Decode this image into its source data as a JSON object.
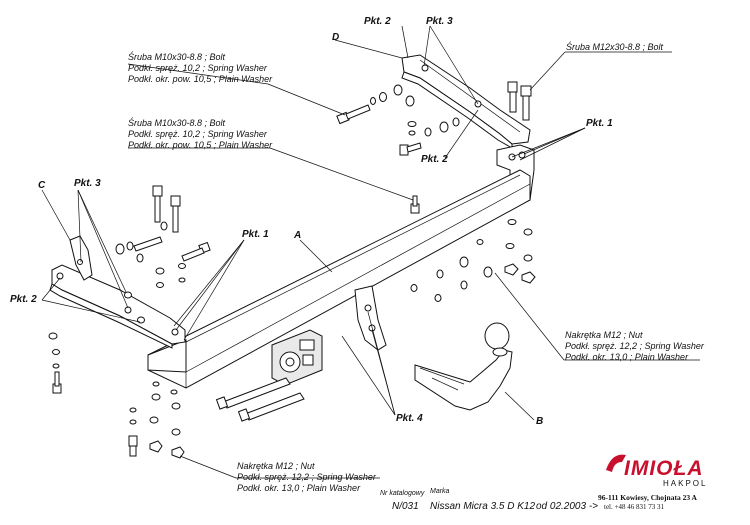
{
  "callouts": {
    "bolt_top_left": {
      "line1": "Śruba M10x30-8.8   ;  Bolt",
      "line2": "Podkł. spręż. 10,2 ; Spring Washer",
      "line3": "Podkł. okr. pow. 10,5 ; Plain Washer"
    },
    "bolt_top_right": "Śruba M12x30-8.8   ;  Bolt",
    "bolt_mid": {
      "line1": "Śruba M10x30-8.8   ;  Bolt",
      "line2": "Podkł. spręż. 10,2 ; Spring Washer",
      "line3": "Podkł. okr. pow. 10,5 ; Plain Washer"
    },
    "nut_right": {
      "line1": "Nakrętka  M12 ; Nut",
      "line2": "Podkł. spręż. 12,2 ; Spring Washer",
      "line3": "Podkł. okr. 13,0 ;  Plain Washer"
    },
    "nut_bottom": {
      "line1": "Nakrętka  M12 ; Nut",
      "line2": "Podkł. spręż. 12,2 ; Spring Washer",
      "line3": "Podkł. okr. 13,0 ;  Plain Washer"
    }
  },
  "labels": {
    "pkt2_top": "Pkt. 2",
    "pkt3_top": "Pkt. 3",
    "pkt2_mid": "Pkt. 2",
    "pkt1_right": "Pkt. 1",
    "pkt3_left": "Pkt. 3",
    "pkt1_left": "Pkt. 1",
    "pkt2_left": "Pkt. 2",
    "pkt4": "Pkt. 4",
    "part_a": "A",
    "part_b": "B",
    "part_c": "C",
    "part_d": "D"
  },
  "footer": {
    "catalog_label": "Nr katalogowy",
    "catalog_number": "N/031",
    "brand_label": "Marka",
    "model": "Nissan Micra 3.5 D K12",
    "date": "od  02.2003 ->"
  },
  "company": {
    "logo": "IMIOŁA",
    "sub": "HAKPOL",
    "address": "96-111 Kowiesy, Chojnata 23 A",
    "phone": "tel. +48 46 831 73 31"
  },
  "colors": {
    "logo": "#c8102e",
    "ink": "#111111"
  }
}
